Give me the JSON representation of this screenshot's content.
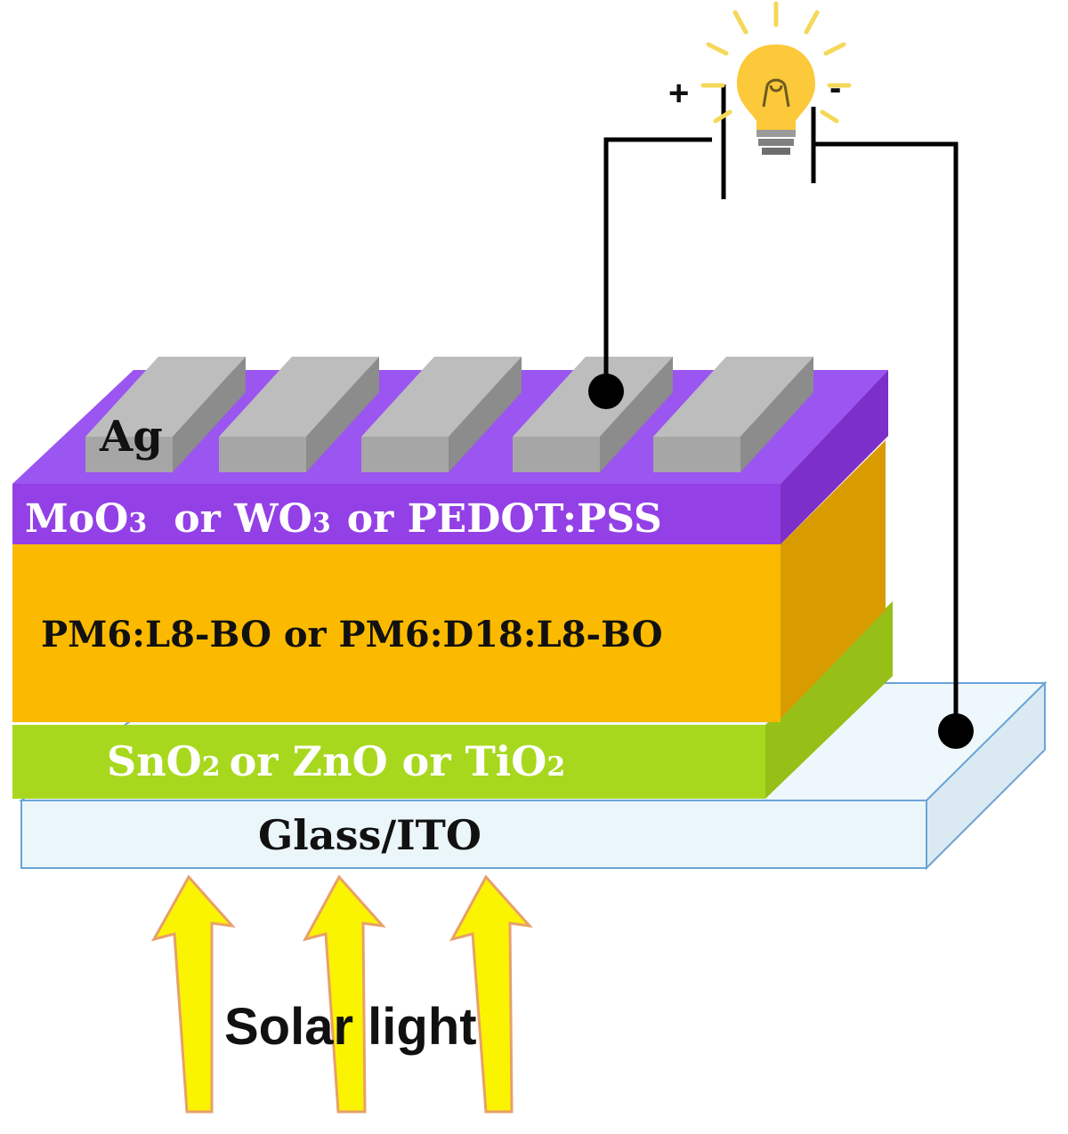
{
  "colors": {
    "ag": "#a6a6a6",
    "htl": "#9340e6",
    "active": "#fbb900",
    "etl": "#a8d81e",
    "substrate": "#ebf6fb",
    "arrow": "#fbf400",
    "wire": "#000000"
  },
  "labels": {
    "ag": "Ag",
    "htl": {
      "moo3": "MoO",
      "or1": "or WO",
      "or2": "or PEDOT:PSS",
      "sub3": "3"
    },
    "active": "PM6:L8-BO or PM6:D18:L8-BO",
    "etl": {
      "sno2": "SnO",
      "or_zno": "or ZnO or TiO",
      "sub2": "2"
    },
    "substrate": "Glass/ITO",
    "light": "Solar light",
    "plus": "+",
    "minus": "-"
  },
  "icons": {
    "bulb": "light-bulb-icon"
  }
}
